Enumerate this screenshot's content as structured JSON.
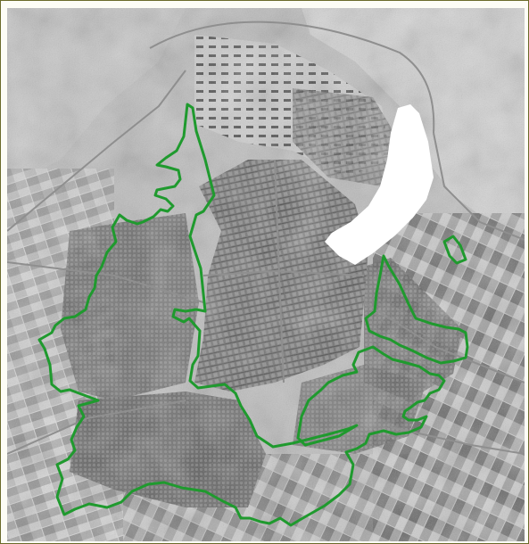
{
  "map": {
    "imagery": "grayscale-satellite",
    "colors": {
      "boundary": "#1f9a2e",
      "masked_area": "#ffffff",
      "frame_border": "#6b6b2a",
      "ground_light": "#c9c9c9",
      "ground_mid": "#a3a3a3",
      "ground_dark": "#6e6e6e",
      "urban_dark": "#4a4a4a",
      "road": "#9a9a9a"
    },
    "boundary_count": 2,
    "masked_area_count": 1
  }
}
